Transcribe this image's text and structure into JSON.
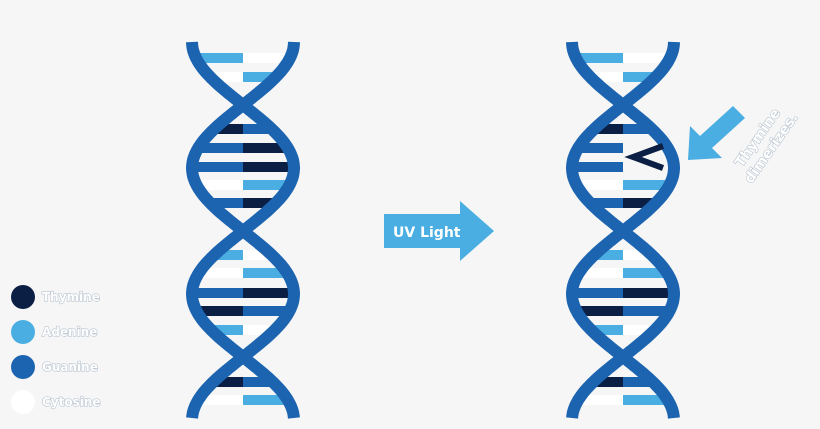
{
  "colors": {
    "thymine": "#0b1f44",
    "adenine": "#4aaee2",
    "guanine": "#1c64b0",
    "cytosine": "#ffffff",
    "strand": "#1c64b0",
    "arrow": "#4aaee2",
    "background": "#f6f6f6"
  },
  "legend": [
    {
      "label": "Thymine",
      "color": "#0b1f44"
    },
    {
      "label": "Adenine",
      "color": "#4aaee2"
    },
    {
      "label": "Guanine",
      "color": "#1c64b0"
    },
    {
      "label": "Cytosine",
      "color": "#ffffff"
    }
  ],
  "uv_arrow": {
    "label": "UV Light"
  },
  "annotation": {
    "line1": "Thymine",
    "line2": "dimerizes."
  },
  "helices": [
    {
      "name": "before",
      "rungs": [
        [
          "A",
          "C"
        ],
        [
          "C",
          "A"
        ],
        [
          "T",
          "G"
        ],
        [
          "G",
          "T"
        ],
        [
          "G",
          "T"
        ],
        [
          "C",
          "A"
        ],
        [
          "G",
          "T"
        ],
        [
          "A",
          "C"
        ],
        [
          "C",
          "A"
        ],
        [
          "G",
          "T"
        ],
        [
          "T",
          "G"
        ],
        [
          "A",
          "C"
        ],
        [
          "T",
          "G"
        ],
        [
          "C",
          "A"
        ]
      ]
    },
    {
      "name": "after",
      "dimer": true,
      "rungs": [
        [
          "A",
          "C"
        ],
        [
          "C",
          "A"
        ],
        [
          "T",
          "G"
        ],
        [
          "G",
          "-"
        ],
        [
          "G",
          "-"
        ],
        [
          "C",
          "A"
        ],
        [
          "G",
          "T"
        ],
        [
          "A",
          "C"
        ],
        [
          "C",
          "A"
        ],
        [
          "G",
          "T"
        ],
        [
          "T",
          "G"
        ],
        [
          "A",
          "C"
        ],
        [
          "T",
          "G"
        ],
        [
          "C",
          "A"
        ]
      ]
    }
  ]
}
